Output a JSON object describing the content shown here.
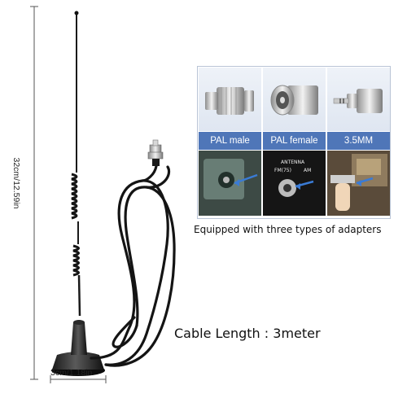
{
  "dimensions": {
    "height_label": "32cm/12.59in",
    "base_label": "3cm/1.18in"
  },
  "adapters": {
    "items": [
      {
        "label": "PAL male"
      },
      {
        "label": "PAL female"
      },
      {
        "label": "3.5MM"
      }
    ],
    "scene_text": {
      "antenna": "ANTENNA",
      "fm": "FM(75)",
      "am": "AM"
    },
    "caption": "Equipped with three types of adapters"
  },
  "cable": {
    "caption": "Cable Length : 3meter"
  },
  "colors": {
    "label_blue": "#4f76b8",
    "cable_black": "#141414",
    "metal": "#c8c8c8"
  }
}
